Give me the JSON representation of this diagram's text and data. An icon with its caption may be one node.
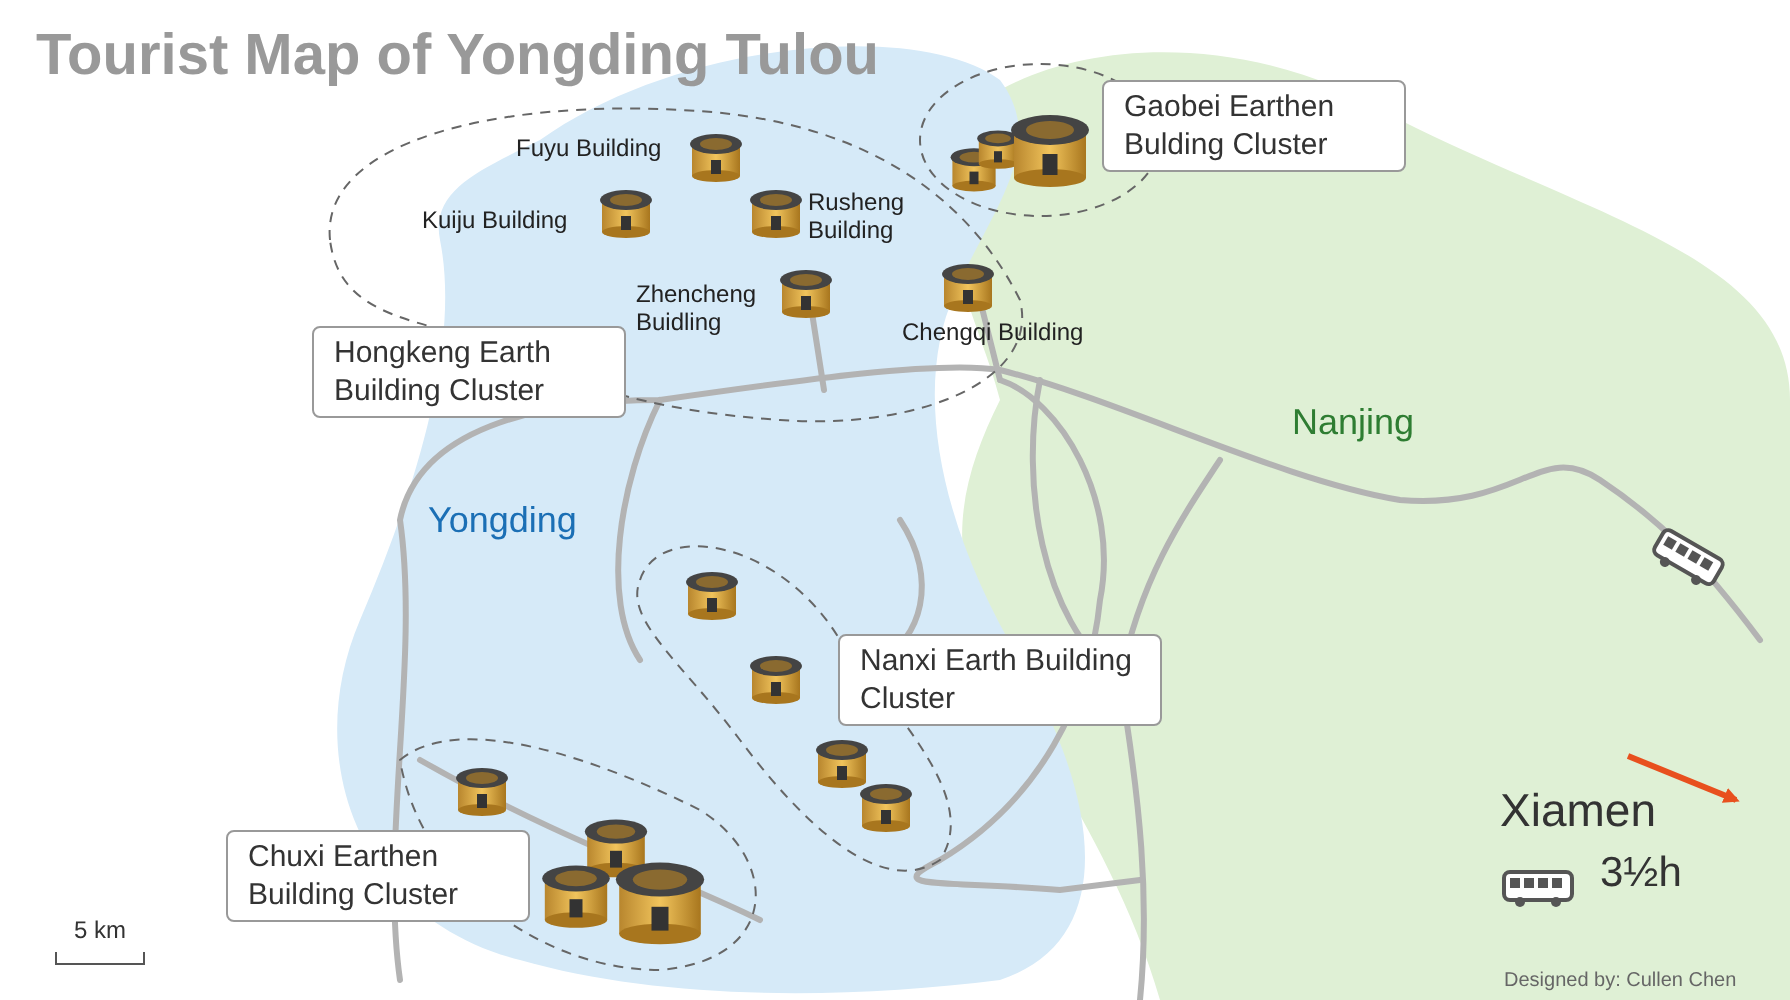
{
  "diagram": {
    "title": "Tourist Map of Yongding Tulou",
    "nodes": [
      {
        "text": [
          "Gaobei Earthen Bulding Cluster"
        ]
      },
      {
        "text": [
          "Hongkeng Earth Building Cluster"
        ]
      },
      {
        "text": [
          "Nanxi Earth Building Cluster"
        ]
      },
      {
        "text": [
          "Chuxi Earthen Building Cluster"
        ]
      }
    ],
    "edges": [],
    "labels": [
      "Fuyu Building",
      "Kuiju Building",
      "Rusheng Building",
      "Zhencheng Buidling",
      "Chengqi Building",
      "Nanjing",
      "Yongding",
      "Xiamen",
      "3½h",
      "5 km",
      "Designed by: Cullen Chen"
    ]
  }
}
